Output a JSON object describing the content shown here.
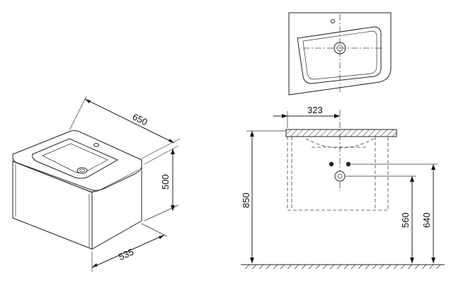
{
  "iso_view": {
    "width_label": "650",
    "height_label": "500",
    "depth_label": "535"
  },
  "front_view": {
    "half_width_label": "323",
    "total_height_label": "850",
    "drain_height_label": "560",
    "supply_height_label": "640"
  }
}
